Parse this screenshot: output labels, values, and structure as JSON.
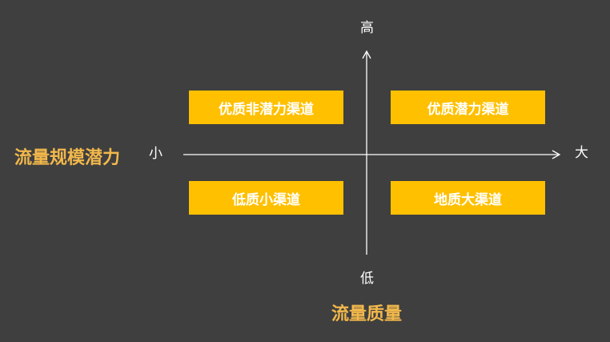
{
  "axes": {
    "y_top": "高",
    "y_bottom": "低",
    "x_left": "小",
    "x_right": "大"
  },
  "titles": {
    "y_axis": "流量规模潜力",
    "x_axis": "流量质量"
  },
  "quadrants": {
    "top_left": "优质非潜力渠道",
    "top_right": "优质潜力渠道",
    "bottom_left": "低质小渠道",
    "bottom_right": "地质大渠道"
  },
  "colors": {
    "background": "#3f3f3f",
    "quadrant_fill": "#ffc000",
    "title": "#f2b84b",
    "axis": "#ffffff"
  }
}
